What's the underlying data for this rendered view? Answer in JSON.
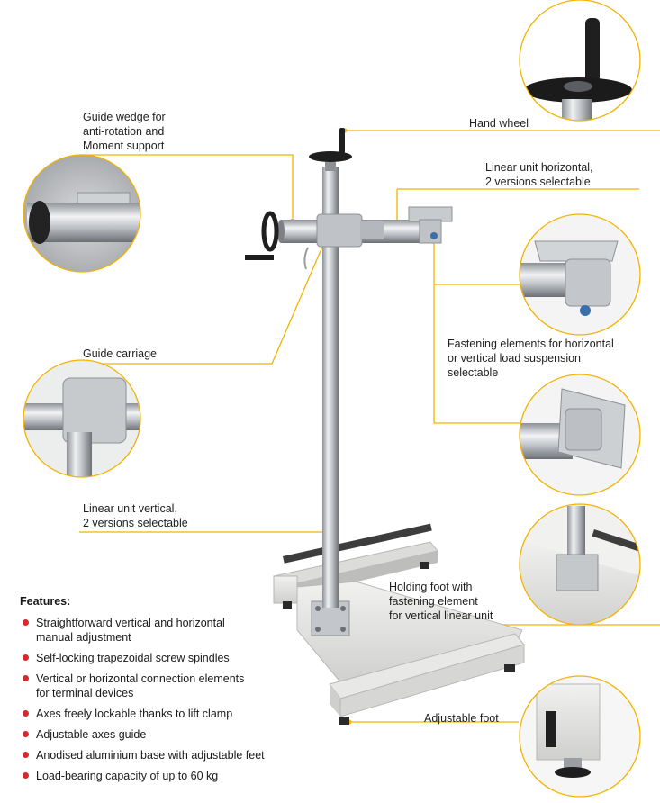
{
  "callouts": {
    "guide_wedge": "Guide wedge for\nanti-rotation and\nMoment support",
    "hand_wheel": "Hand wheel",
    "linear_horizontal": "Linear unit horizontal,\n2 versions selectable",
    "fastening_elements": "Fastening elements for horizontal\nor vertical load suspension\nselectable",
    "guide_carriage": "Guide carriage",
    "linear_vertical": "Linear unit vertical,\n2 versions selectable",
    "holding_foot": "Holding foot with\nfastening element\nfor vertical linear unit",
    "adjustable_foot": "Adjustable foot"
  },
  "features": {
    "heading": "Features:",
    "items": [
      "Straightforward vertical and horizontal\nmanual adjustment",
      "Self-locking trapezoidal screw spindles",
      "Vertical or horizontal connection elements\nfor terminal devices",
      "Axes freely lockable thanks to lift clamp",
      "Adjustable axes guide",
      "Anodised aluminium base with adjustable feet",
      "Load-bearing capacity of up to 60 kg"
    ]
  },
  "colors": {
    "leader_line": "#f0b400",
    "bullet": "#d9272e",
    "aluminium": "#c9cdd1",
    "base_grey": "#e4e4e2"
  }
}
